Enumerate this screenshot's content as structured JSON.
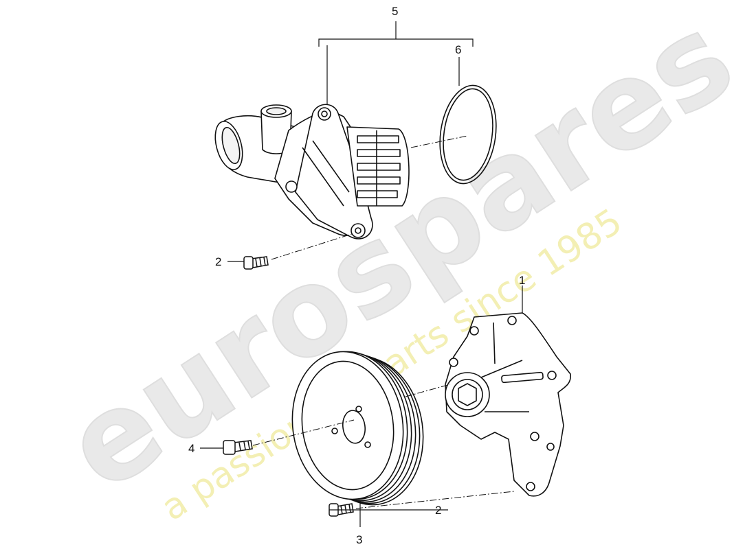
{
  "callouts": {
    "c1": "1",
    "c2a": "2",
    "c2b": "2",
    "c3": "3",
    "c4": "4",
    "c5": "5",
    "c6": "6"
  },
  "watermark": {
    "brand": "eurospares",
    "tagline": "a passion for parts since 1985",
    "brand_color": "#e9e9e9",
    "tagline_color": "#f3efb4"
  },
  "colors": {
    "line": "#111111",
    "part_fill": "#ffffff",
    "background": "#ffffff"
  }
}
